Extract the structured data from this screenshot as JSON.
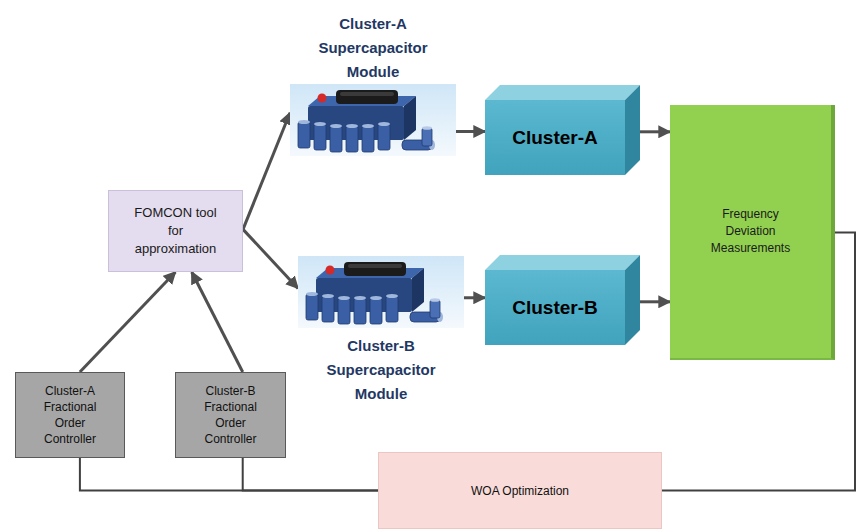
{
  "diagram": {
    "nodes": [
      {
        "text": [
          "Cluster-A Supercapacitor Module"
        ]
      },
      {
        "text": [
          "Cluster-A"
        ]
      },
      {
        "text": [
          "FOMCON tool for approximation"
        ]
      },
      {
        "text": [
          "Frequency Deviation Measurements"
        ]
      },
      {
        "text": [
          "Cluster-B Supercapacitor Module"
        ]
      },
      {
        "text": [
          "Cluster-B"
        ]
      },
      {
        "text": [
          "Cluster-A Fractional Order Controller"
        ]
      },
      {
        "text": [
          "Cluster-B Fractional Order Controller"
        ]
      },
      {
        "text": [
          "WOA Optimization"
        ]
      }
    ],
    "edges": [
      {
        "from": 6,
        "to": 2,
        "arrow": "to"
      },
      {
        "from": 7,
        "to": 2,
        "arrow": "to"
      },
      {
        "from": 2,
        "to": 0,
        "arrow": "to"
      },
      {
        "from": 2,
        "to": 4,
        "arrow": "to"
      },
      {
        "from": 0,
        "to": 1,
        "arrow": "to"
      },
      {
        "from": 4,
        "to": 5,
        "arrow": "to"
      },
      {
        "from": 1,
        "to": 3,
        "arrow": "to"
      },
      {
        "from": 5,
        "to": 3,
        "arrow": "to"
      },
      {
        "from": 3,
        "to": 8,
        "arrow": "none"
      },
      {
        "from": 8,
        "to": 6,
        "arrow": "none"
      },
      {
        "from": 8,
        "to": 7,
        "arrow": "none"
      }
    ]
  }
}
